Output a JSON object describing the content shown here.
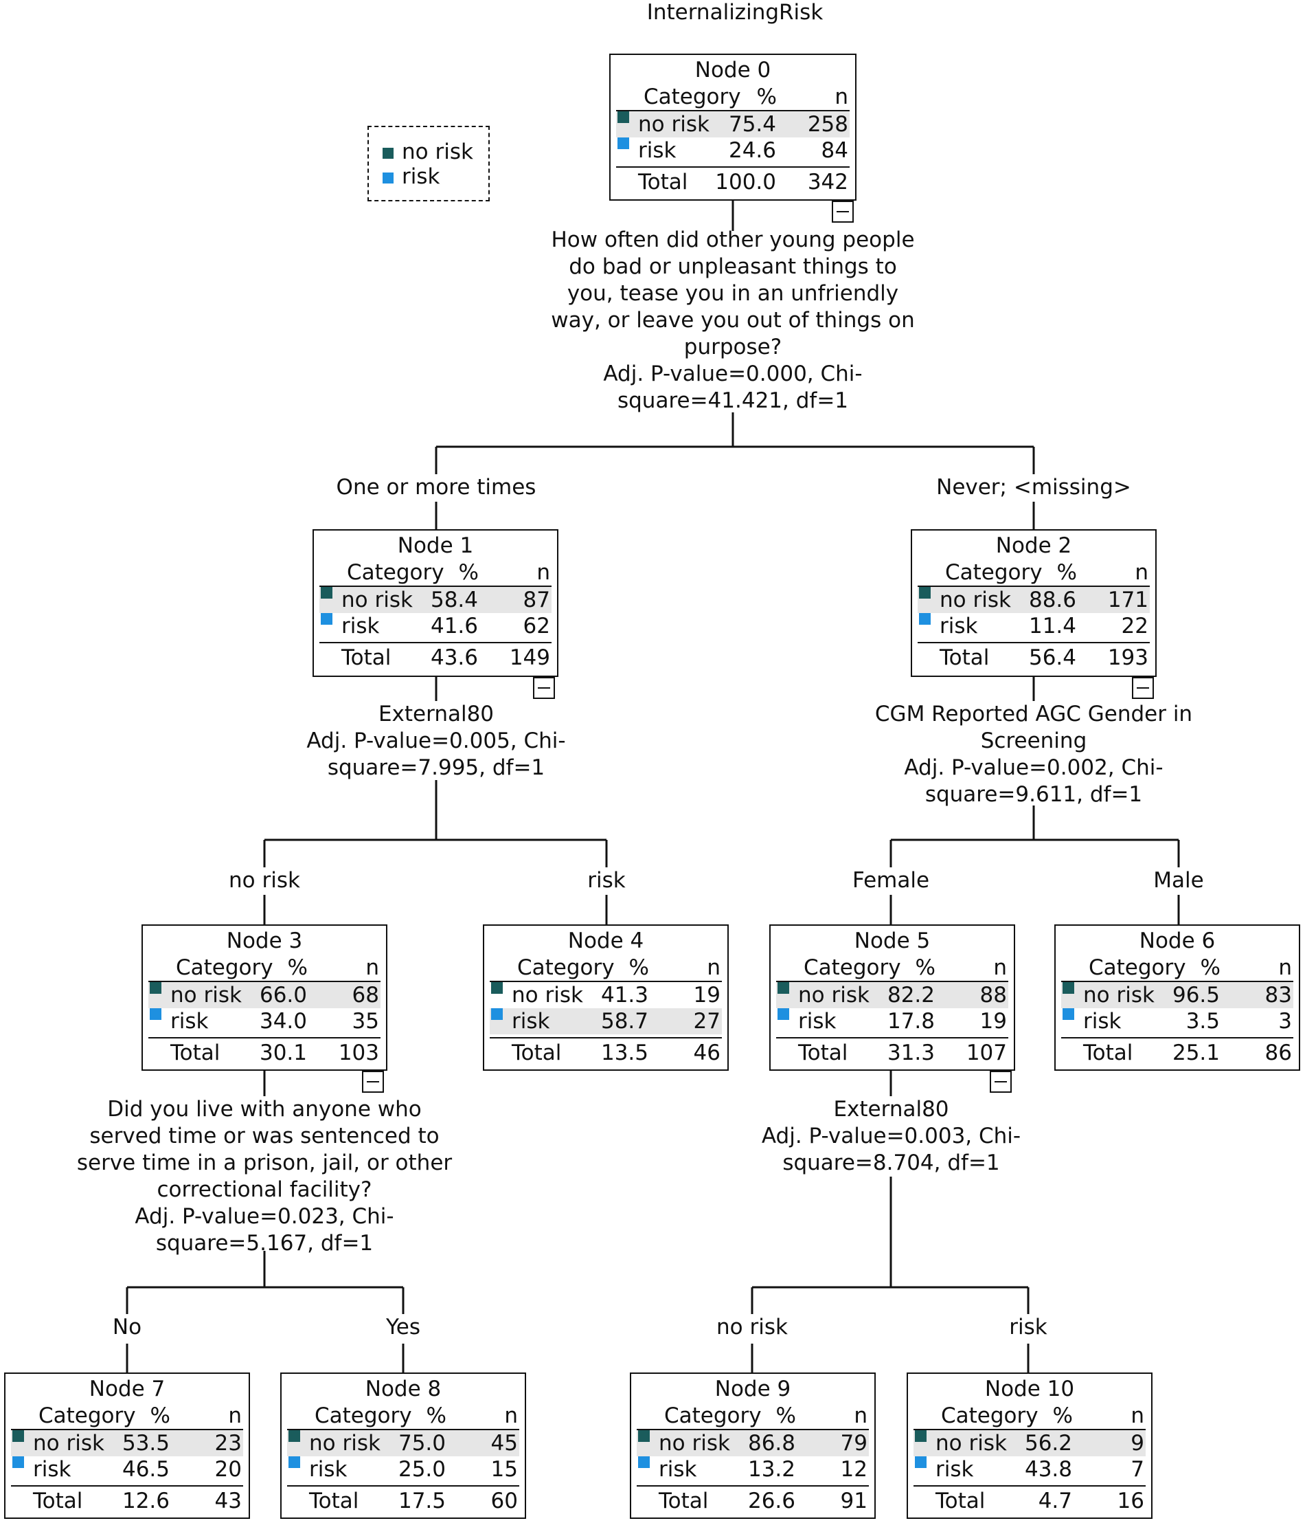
{
  "title": "InternalizingRisk",
  "colors": {
    "no_risk": "#1a5c5c",
    "risk": "#1e90e0",
    "modal_row_bg": "#e6e6e6"
  },
  "legend": {
    "items": [
      "no risk",
      "risk"
    ]
  },
  "table_header": {
    "category": "Category",
    "pct": "%",
    "n": "n"
  },
  "nodes": {
    "n0": {
      "title": "Node 0",
      "rows": [
        [
          "no risk",
          "75.4",
          "258"
        ],
        [
          "risk",
          "24.6",
          "84"
        ]
      ],
      "total": [
        "Total",
        "100.0",
        "342"
      ]
    },
    "n1": {
      "title": "Node 1",
      "rows": [
        [
          "no risk",
          "58.4",
          "87"
        ],
        [
          "risk",
          "41.6",
          "62"
        ]
      ],
      "total": [
        "Total",
        "43.6",
        "149"
      ]
    },
    "n2": {
      "title": "Node 2",
      "rows": [
        [
          "no risk",
          "88.6",
          "171"
        ],
        [
          "risk",
          "11.4",
          "22"
        ]
      ],
      "total": [
        "Total",
        "56.4",
        "193"
      ]
    },
    "n3": {
      "title": "Node 3",
      "rows": [
        [
          "no risk",
          "66.0",
          "68"
        ],
        [
          "risk",
          "34.0",
          "35"
        ]
      ],
      "total": [
        "Total",
        "30.1",
        "103"
      ]
    },
    "n4": {
      "title": "Node 4",
      "rows": [
        [
          "no risk",
          "41.3",
          "19"
        ],
        [
          "risk",
          "58.7",
          "27"
        ]
      ],
      "total": [
        "Total",
        "13.5",
        "46"
      ]
    },
    "n5": {
      "title": "Node 5",
      "rows": [
        [
          "no risk",
          "82.2",
          "88"
        ],
        [
          "risk",
          "17.8",
          "19"
        ]
      ],
      "total": [
        "Total",
        "31.3",
        "107"
      ]
    },
    "n6": {
      "title": "Node 6",
      "rows": [
        [
          "no risk",
          "96.5",
          "83"
        ],
        [
          "risk",
          "3.5",
          "3"
        ]
      ],
      "total": [
        "Total",
        "25.1",
        "86"
      ]
    },
    "n7": {
      "title": "Node 7",
      "rows": [
        [
          "no risk",
          "53.5",
          "23"
        ],
        [
          "risk",
          "46.5",
          "20"
        ]
      ],
      "total": [
        "Total",
        "12.6",
        "43"
      ]
    },
    "n8": {
      "title": "Node 8",
      "rows": [
        [
          "no risk",
          "75.0",
          "45"
        ],
        [
          "risk",
          "25.0",
          "15"
        ]
      ],
      "total": [
        "Total",
        "17.5",
        "60"
      ]
    },
    "n9": {
      "title": "Node 9",
      "rows": [
        [
          "no risk",
          "86.8",
          "79"
        ],
        [
          "risk",
          "13.2",
          "12"
        ]
      ],
      "total": [
        "Total",
        "26.6",
        "91"
      ]
    },
    "n10": {
      "title": "Node 10",
      "rows": [
        [
          "no risk",
          "56.2",
          "9"
        ],
        [
          "risk",
          "43.8",
          "7"
        ]
      ],
      "total": [
        "Total",
        "4.7",
        "16"
      ]
    }
  },
  "splits": {
    "s0": {
      "lines": [
        "How often did other young people",
        "do bad or unpleasant things to",
        "you, tease you in an unfriendly",
        "way, or leave you out of things on",
        "purpose?",
        "Adj. P-value=0.000, Chi-",
        "square=41.421, df=1"
      ]
    },
    "s1": {
      "lines": [
        "External80",
        "Adj. P-value=0.005, Chi-",
        "square=7.995, df=1"
      ]
    },
    "s2": {
      "lines": [
        "CGM Reported AGC Gender in",
        "Screening",
        "Adj. P-value=0.002, Chi-",
        "square=9.611, df=1"
      ]
    },
    "s3": {
      "lines": [
        "Did you live with anyone who",
        "served time or was sentenced to",
        "serve time in a prison, jail, or other",
        "correctional facility?",
        "Adj. P-value=0.023, Chi-",
        "square=5.167, df=1"
      ]
    },
    "s5": {
      "lines": [
        "External80",
        "Adj. P-value=0.003, Chi-",
        "square=8.704, df=1"
      ]
    }
  },
  "branches": {
    "b1": "One or more times",
    "b2": "Never;  <missing>",
    "b3": "no risk",
    "b4": "risk",
    "b5": "Female",
    "b6": "Male",
    "b7": "No",
    "b8": "Yes",
    "b9": "no risk",
    "b10": "risk"
  }
}
